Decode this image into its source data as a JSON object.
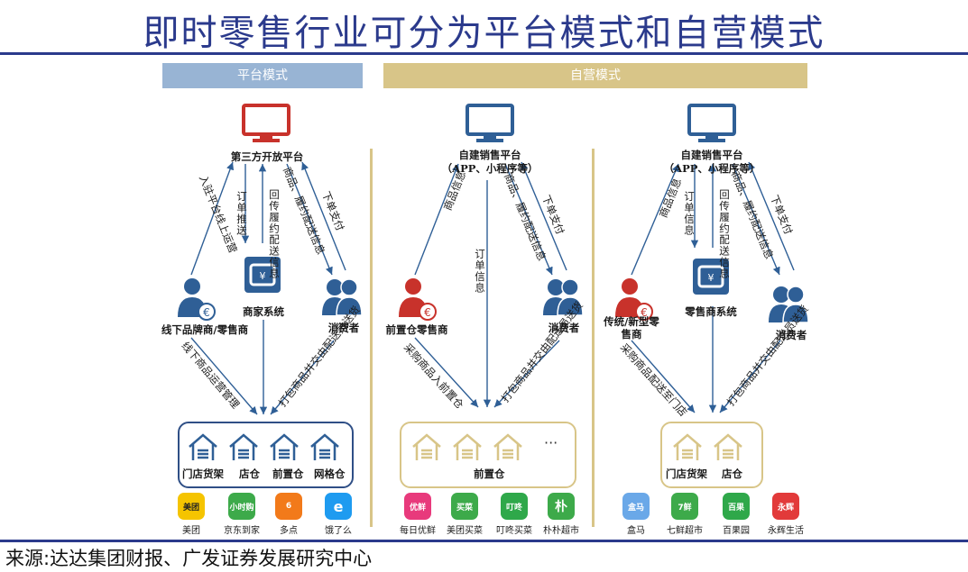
{
  "title": "即时零售行业可分为平台模式和自营模式",
  "source": "来源:达达集团财报、广发证券发展研究中心",
  "banners": {
    "platform": "平台模式",
    "self": "自营模式"
  },
  "colors": {
    "navy": "#2b3a8c",
    "node_blue": "#2f5f96",
    "red": "#c8322b",
    "gold": "#d8c588"
  },
  "panel1": {
    "platform": "第三方开放平台",
    "merchant_system": "商家系统",
    "seller": "线下品牌商/零售商",
    "consumer": "消费者",
    "arrow_enter": "入驻平台线上运营",
    "arrow_order_push": "订单推送",
    "arrow_fulfill_back": "回传履约配送信息",
    "arrow_goods_info": "商品、履约配送信息",
    "arrow_order_pay": "下单支付",
    "arrow_store_mgmt": "线下商品运营管理",
    "arrow_pack": "打包商品并交由配送员送货",
    "stores": [
      "门店货架",
      "店仓",
      "前置仓",
      "网格仓"
    ],
    "apps": [
      {
        "name": "美团",
        "icon": "美团",
        "color": "#f5c400"
      },
      {
        "name": "京东到家",
        "icon": "小时购",
        "color": "#3daa4a"
      },
      {
        "name": "多点",
        "icon": "6",
        "color": "#f27a1a"
      },
      {
        "name": "饿了么",
        "icon": "e",
        "color": "#1e9bf0"
      }
    ]
  },
  "panel2": {
    "platform": "自建销售平台",
    "platform_sub": "（APP、小程序等）",
    "seller": "前置仓零售商",
    "consumer": "消费者",
    "arrow_goods_info": "商品信息",
    "arrow_order_info": "订单信息",
    "arrow_goods_fulfill": "商品、履约配送信息",
    "arrow_order_pay": "下单支付",
    "arrow_purchase": "采购商品入前置仓",
    "arrow_pack": "打包商品并交由配送员送货",
    "stores": [
      "前置仓"
    ],
    "ellipsis": "···",
    "apps": [
      {
        "name": "每日优鲜",
        "icon": "优鲜",
        "color": "#e83a7c"
      },
      {
        "name": "美团买菜",
        "icon": "买菜",
        "color": "#3daa4a"
      },
      {
        "name": "叮咚买菜",
        "icon": "叮咚",
        "color": "#2fa84a"
      },
      {
        "name": "朴朴超市",
        "icon": "朴",
        "color": "#3daa4a"
      }
    ]
  },
  "panel3": {
    "platform": "自建销售平台",
    "platform_sub": "（APP、小程序等）",
    "retail_system": "零售商系统",
    "seller": "传统/新型零售商",
    "consumer": "消费者",
    "arrow_goods_info": "商品信息",
    "arrow_order_info": "订单信息",
    "arrow_fulfill_back": "回传履约配送信息",
    "arrow_goods_fulfill": "商品、履约配送信息",
    "arrow_order_pay": "下单支付",
    "arrow_purchase": "采购商品配送至门店",
    "arrow_pack": "打包商品并交由配送员送货",
    "stores": [
      "门店货架",
      "店仓"
    ],
    "apps": [
      {
        "name": "盒马",
        "icon": "盒马",
        "color": "#6aa8e8"
      },
      {
        "name": "七鲜超市",
        "icon": "7鲜",
        "color": "#3daa4a"
      },
      {
        "name": "百果园",
        "icon": "百果",
        "color": "#2fa84a"
      },
      {
        "name": "永辉生活",
        "icon": "永辉",
        "color": "#e23a3a"
      }
    ]
  }
}
